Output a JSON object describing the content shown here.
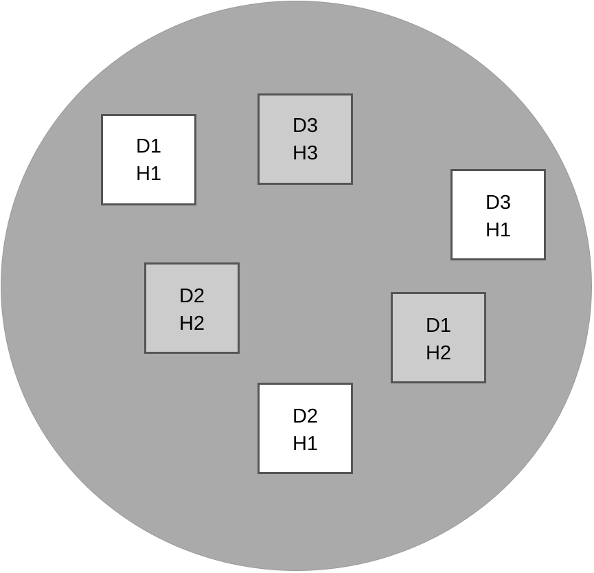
{
  "colors": {
    "circle_fill": "#aaaaaa",
    "box_white": "#ffffff",
    "box_grey": "#cccccc",
    "box_border": "#555555"
  },
  "boxes": [
    {
      "line1": "D1",
      "line2": "H1",
      "fill": "white"
    },
    {
      "line1": "D3",
      "line2": "H3",
      "fill": "grey"
    },
    {
      "line1": "D3",
      "line2": "H1",
      "fill": "white"
    },
    {
      "line1": "D2",
      "line2": "H2",
      "fill": "grey"
    },
    {
      "line1": "D1",
      "line2": "H2",
      "fill": "grey"
    },
    {
      "line1": "D2",
      "line2": "H1",
      "fill": "white"
    }
  ]
}
